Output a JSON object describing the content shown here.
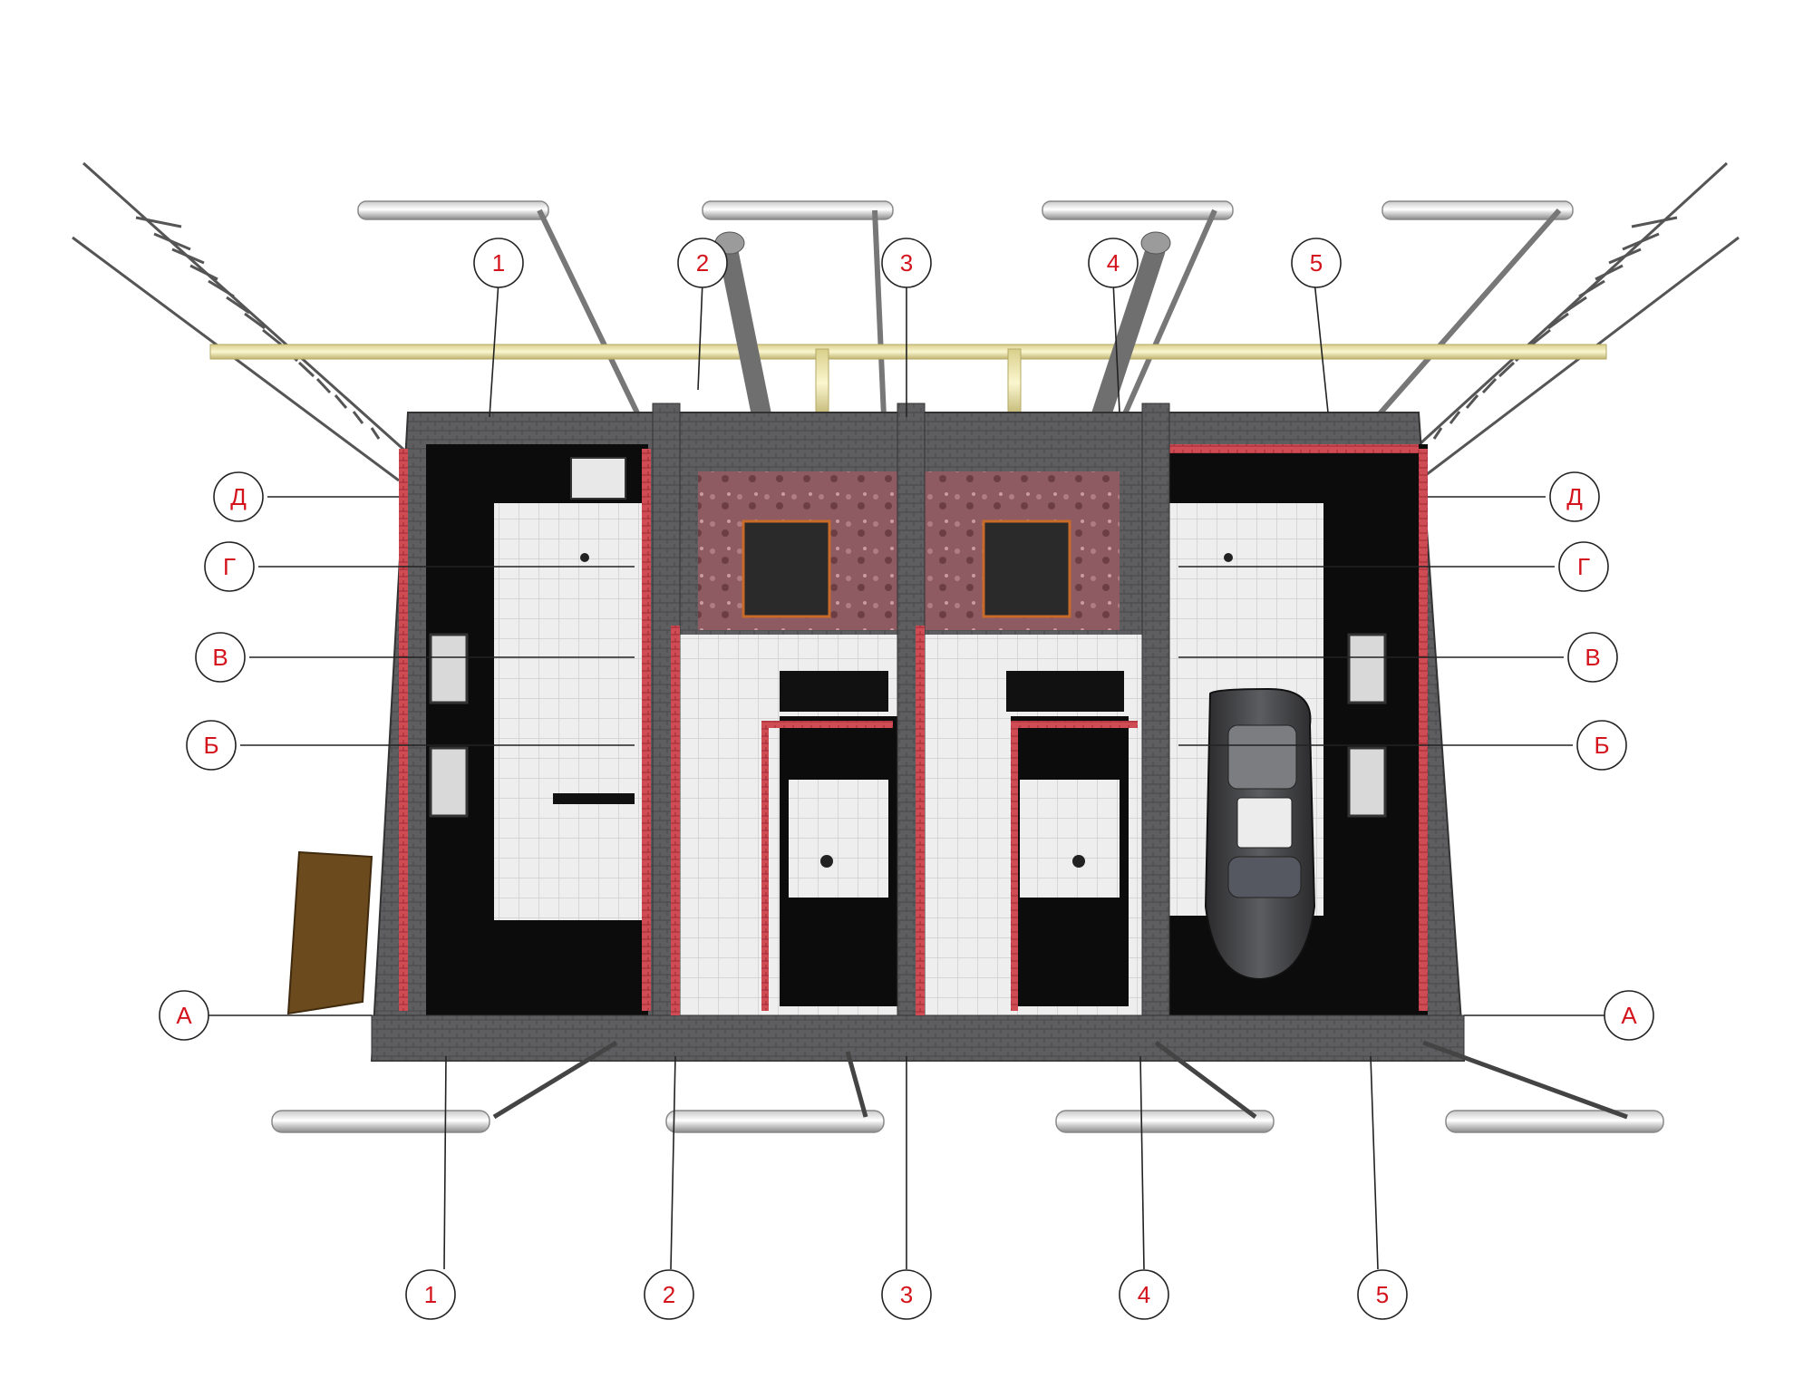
{
  "colors": {
    "marker_text": "#d4141c",
    "wall_dark": "#5a5a5c",
    "wall_inner": "#0a0a0a",
    "brick_red": "#c7424a",
    "floor_tile": "#ececec",
    "stair_granite": "#8a5a5e",
    "gas_pipe": "#efe7a9",
    "steel": "#8d8d8d"
  },
  "axes": {
    "top_columns": [
      "1",
      "2",
      "3",
      "4",
      "5"
    ],
    "bottom_columns": [
      "1",
      "2",
      "3",
      "4",
      "5"
    ],
    "left_rows": [
      "Д",
      "Г",
      "В",
      "Б",
      "А"
    ],
    "right_rows": [
      "Д",
      "Г",
      "В",
      "Б",
      "А"
    ]
  }
}
